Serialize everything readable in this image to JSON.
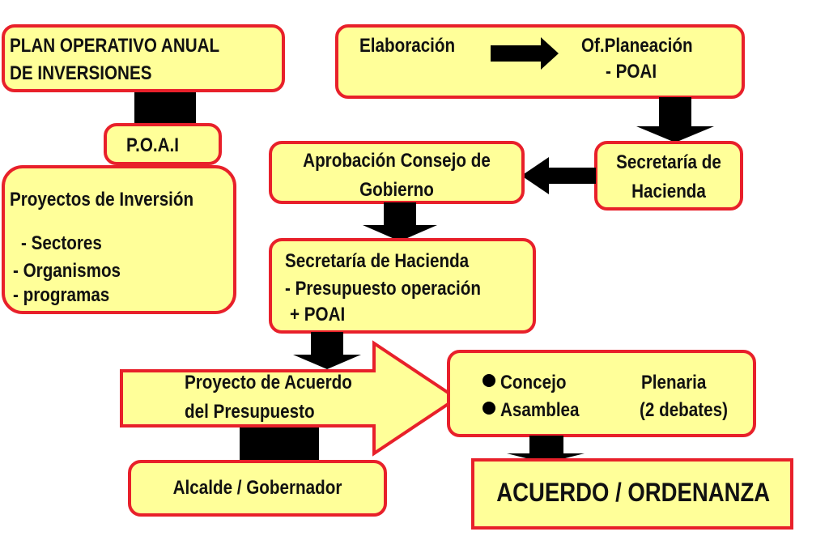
{
  "poai_box": {
    "line1": "PLAN OPERATIVO ANUAL",
    "line2": "DE INVERSIONES"
  },
  "poai_short": "P.O.A.I",
  "proyectos": {
    "title": "Proyectos de Inversión",
    "items": [
      "- Sectores",
      "- Organismos",
      "- programas"
    ]
  },
  "elaboracion": {
    "left": "Elaboración",
    "right1": "Of.Planeación",
    "right2": "- POAI"
  },
  "aprobacion": {
    "line1": "Aprobación Consejo de",
    "line2": "Gobierno"
  },
  "secretaria_top": {
    "line1": "Secretaría de",
    "line2": "Hacienda"
  },
  "secretaria_mid": {
    "line1": "Secretaría de Hacienda",
    "line2": "- Presupuesto operación",
    "line3": "+ POAI"
  },
  "proyecto_acuerdo": {
    "line1": "Proyecto de Acuerdo",
    "line2": "del Presupuesto"
  },
  "concejo": {
    "item1": "Concejo",
    "item2": "Asamblea",
    "right1": "Plenaria",
    "right2": "(2 debates)"
  },
  "alcalde": "Alcalde / Gobernador",
  "acuerdo": "ACUERDO / ORDENANZA",
  "colors": {
    "fill": "#ffff99",
    "border": "#e8202a",
    "arrow": "#000000"
  }
}
